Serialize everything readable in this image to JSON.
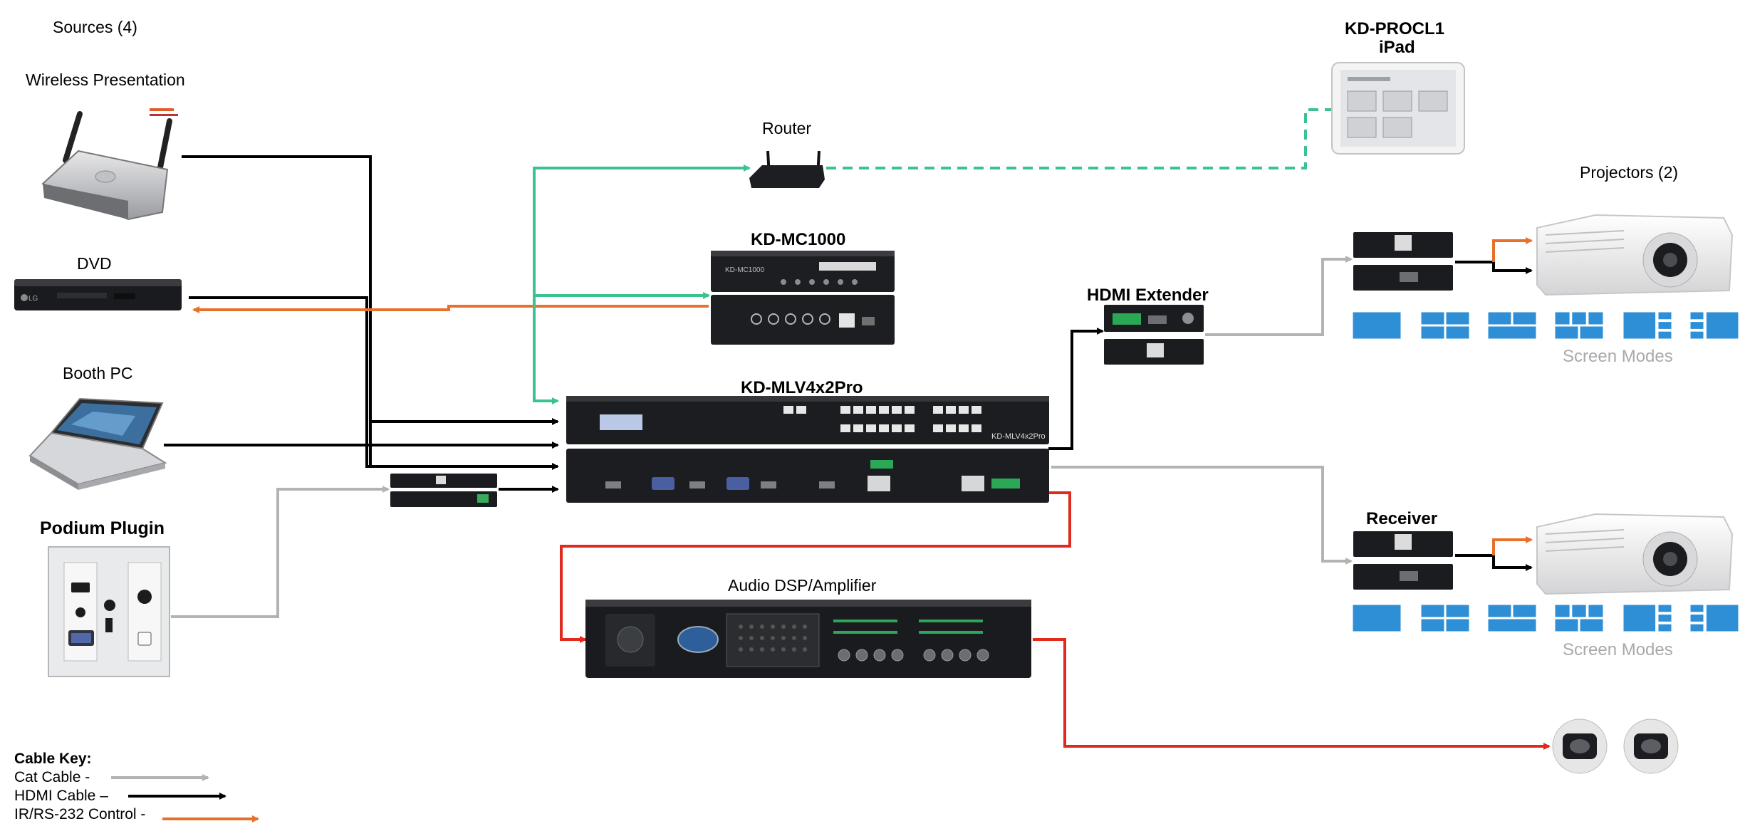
{
  "labels": {
    "sources": "Sources (4)",
    "wireless": "Wireless Presentation",
    "dvd": "DVD",
    "booth_pc": "Booth PC",
    "podium": "Podium Plugin",
    "router": "Router",
    "procl_line1": "KD-PROCL1",
    "procl_line2": "iPad",
    "mc1000": "KD-MC1000",
    "mlv": "KD-MLV4x2Pro",
    "hdmi_extender": "HDMI Extender",
    "projectors": "Projectors  (2)",
    "receiver": "Receiver",
    "screen_modes_top": "Screen Modes",
    "screen_modes_bottom": "Screen Modes",
    "audio": "Audio DSP/Amplifier",
    "mlv_panel_text": "KD-MLV4x2Pro",
    "mc_panel_text": "KD-MC1000"
  },
  "cable_key": {
    "title": "Cable Key:",
    "cat": "Cat Cable -",
    "hdmi": "HDMI Cable –",
    "control": "IR/RS-232 Control -"
  },
  "colors": {
    "cat": "#b3b3b3",
    "hdmi": "#000000",
    "control": "#e8702a",
    "network": "#3cc28f",
    "audio": "#e02a1f",
    "screen_tile": "#2f8fd6"
  }
}
